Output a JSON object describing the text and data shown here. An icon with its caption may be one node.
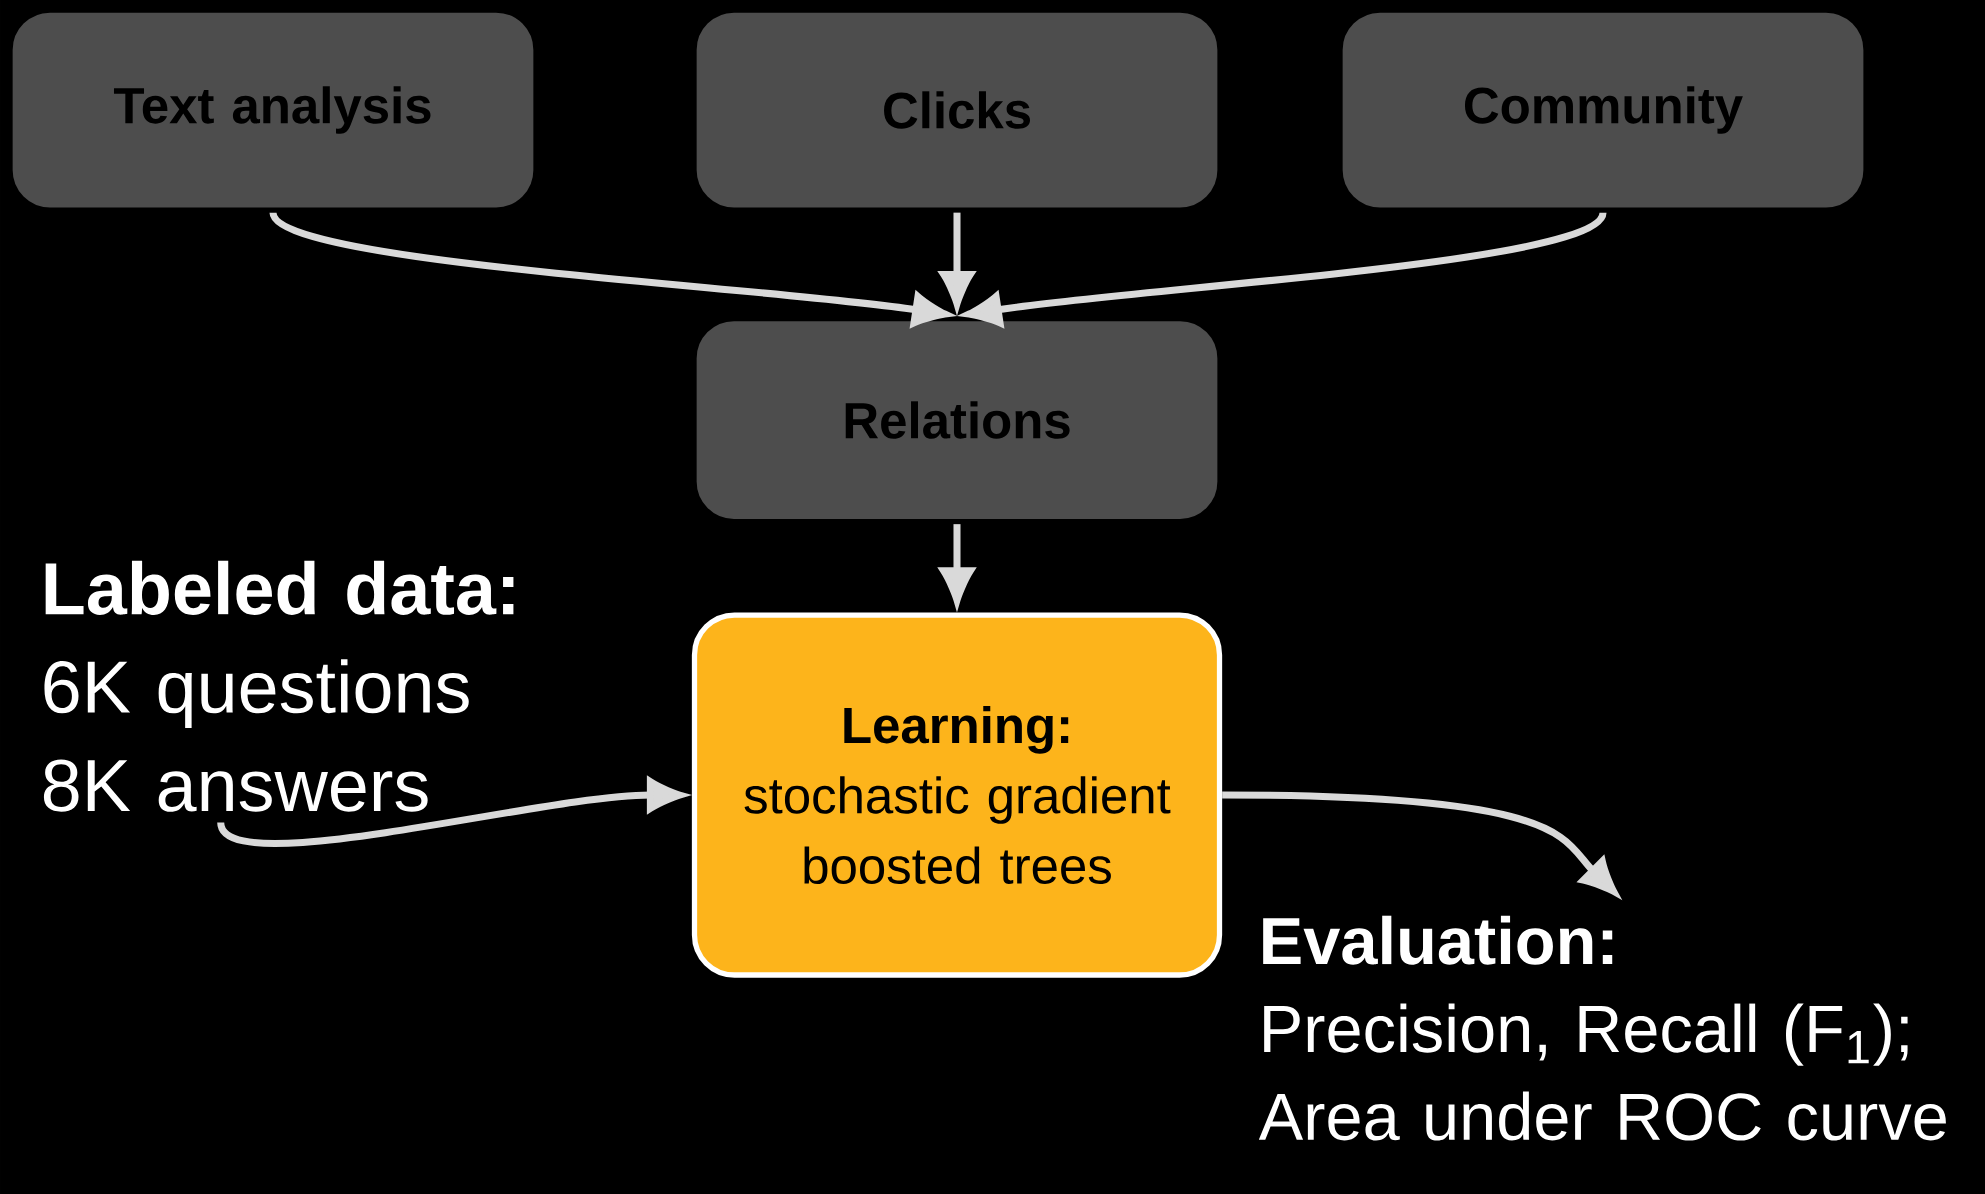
{
  "diagram": {
    "nodes": [
      {
        "text": [
          "Text analysis"
        ]
      },
      {
        "text": [
          "Clicks"
        ]
      },
      {
        "text": [
          "Community"
        ]
      },
      {
        "text": [
          "Relations"
        ]
      },
      {
        "text": [
          "Learning:",
          "stochastic gradient boosted trees"
        ]
      },
      {
        "text": [
          "Labeled data:",
          "6K questions",
          "8K answers"
        ]
      },
      {
        "text": [
          "Evaluation:",
          "Precision, Recall (F$_{1}$);",
          "Area under ROC curve"
        ]
      }
    ],
    "edges": [
      {
        "from": 0,
        "to": 3,
        "arrow": "to"
      },
      {
        "from": 1,
        "to": 3,
        "arrow": "to"
      },
      {
        "from": 2,
        "to": 3,
        "arrow": "to"
      },
      {
        "from": 3,
        "to": 4,
        "arrow": "to"
      },
      {
        "from": 5,
        "to": 4,
        "arrow": "to"
      },
      {
        "from": 4,
        "to": 6,
        "arrow": "to"
      }
    ]
  }
}
